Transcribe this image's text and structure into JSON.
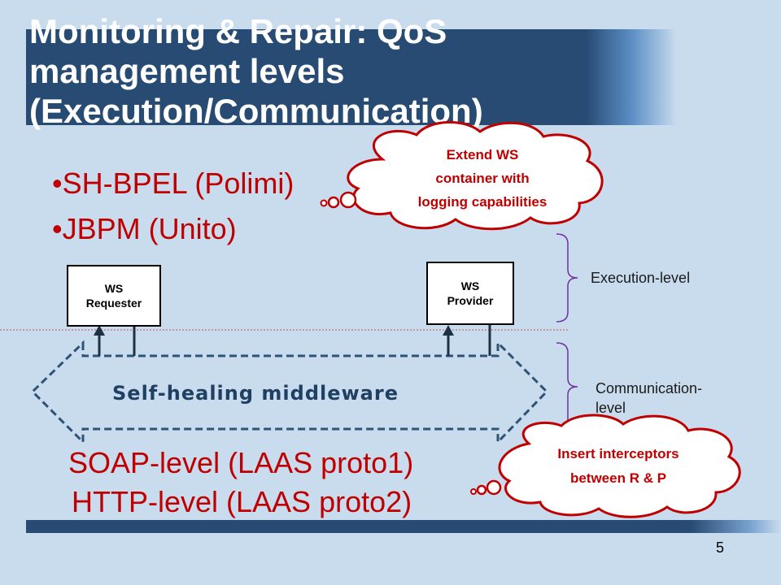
{
  "slide": {
    "title": "Monitoring & Repair: QoS\nmanagement levels\n(Execution/Communication)",
    "bullets": [
      "SH-BPEL (Polimi)",
      "JBPM (Unito)"
    ],
    "page_number": "5"
  },
  "diagram": {
    "ws_requester": {
      "line1": "WS",
      "line2": "Requester"
    },
    "ws_provider": {
      "line1": "WS",
      "line2": "Provider"
    },
    "middleware_label": "Self-healing middleware",
    "execution_level_label": "Execution-level",
    "communication_level_label": "Communication-\nlevel",
    "protocol_lines": [
      "SOAP-level (LAAS proto1)",
      "HTTP-level (LAAS proto2)"
    ]
  },
  "callouts": {
    "top_cloud": "Extend WS\ncontainer with\nlogging capabilities",
    "bottom_cloud": "Insert interceptors\nbetween R & P"
  },
  "colors": {
    "background": "#c9dcee",
    "title_band": "#274b73",
    "accent_red": "#c00000",
    "middleware_dashed": "#2f5275",
    "brace": "#7030a0"
  }
}
